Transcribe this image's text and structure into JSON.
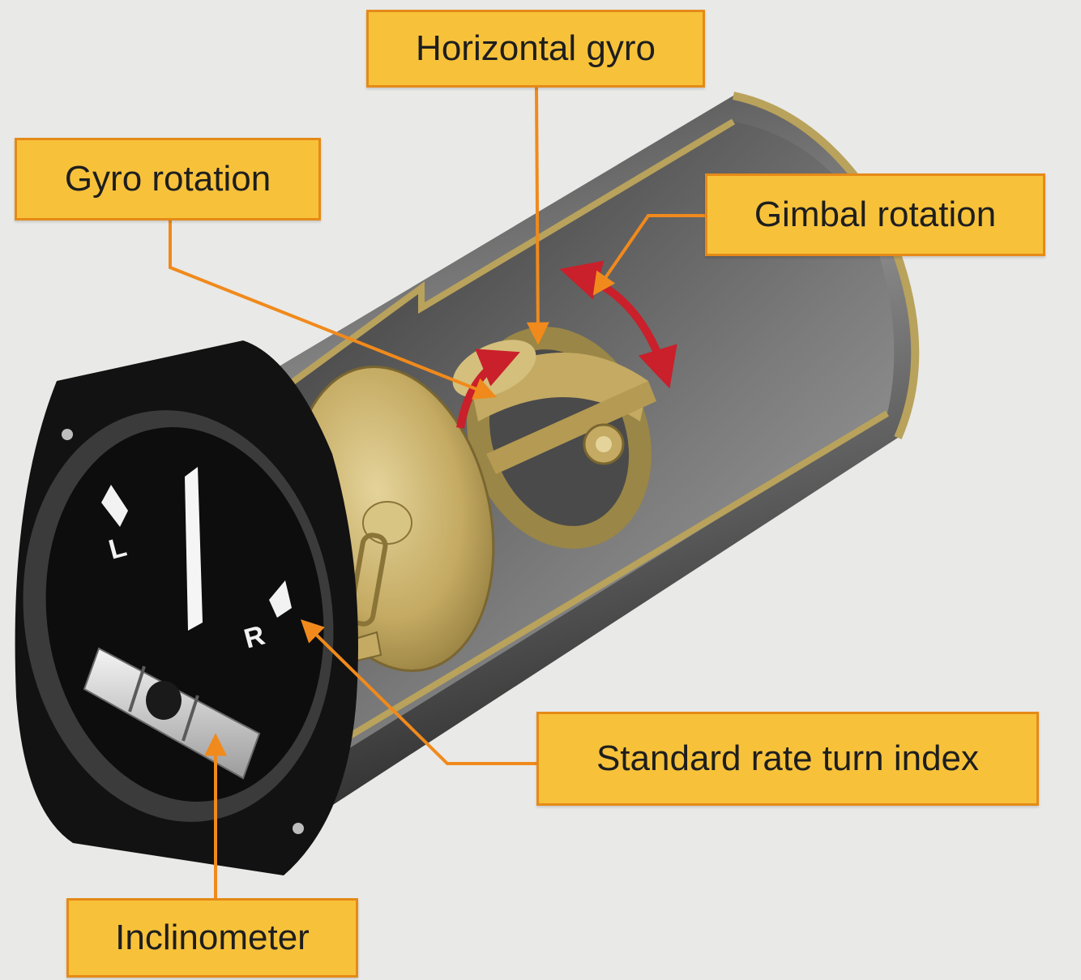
{
  "labels": {
    "horizontal_gyro": "Horizontal gyro",
    "gyro_rotation": "Gyro rotation",
    "gimbal_rotation": "Gimbal rotation",
    "standard_rate_turn_index": "Standard rate turn index",
    "inclinometer": "Inclinometer"
  },
  "instrument_face": {
    "left_mark": "L",
    "right_mark": "R"
  },
  "colors": {
    "callout_fill": "#f7c23a",
    "callout_border": "#e58a17",
    "leader_line": "#f08a1c",
    "rotation_arrow": "#c9202b",
    "gyro_brass": "#c9b06a",
    "case_gray": "#6e6e6e",
    "bezel_black": "#121212"
  },
  "icons": [
    "gyro-rotation-arrow",
    "gimbal-rotation-arrow",
    "pointer-arrow"
  ]
}
